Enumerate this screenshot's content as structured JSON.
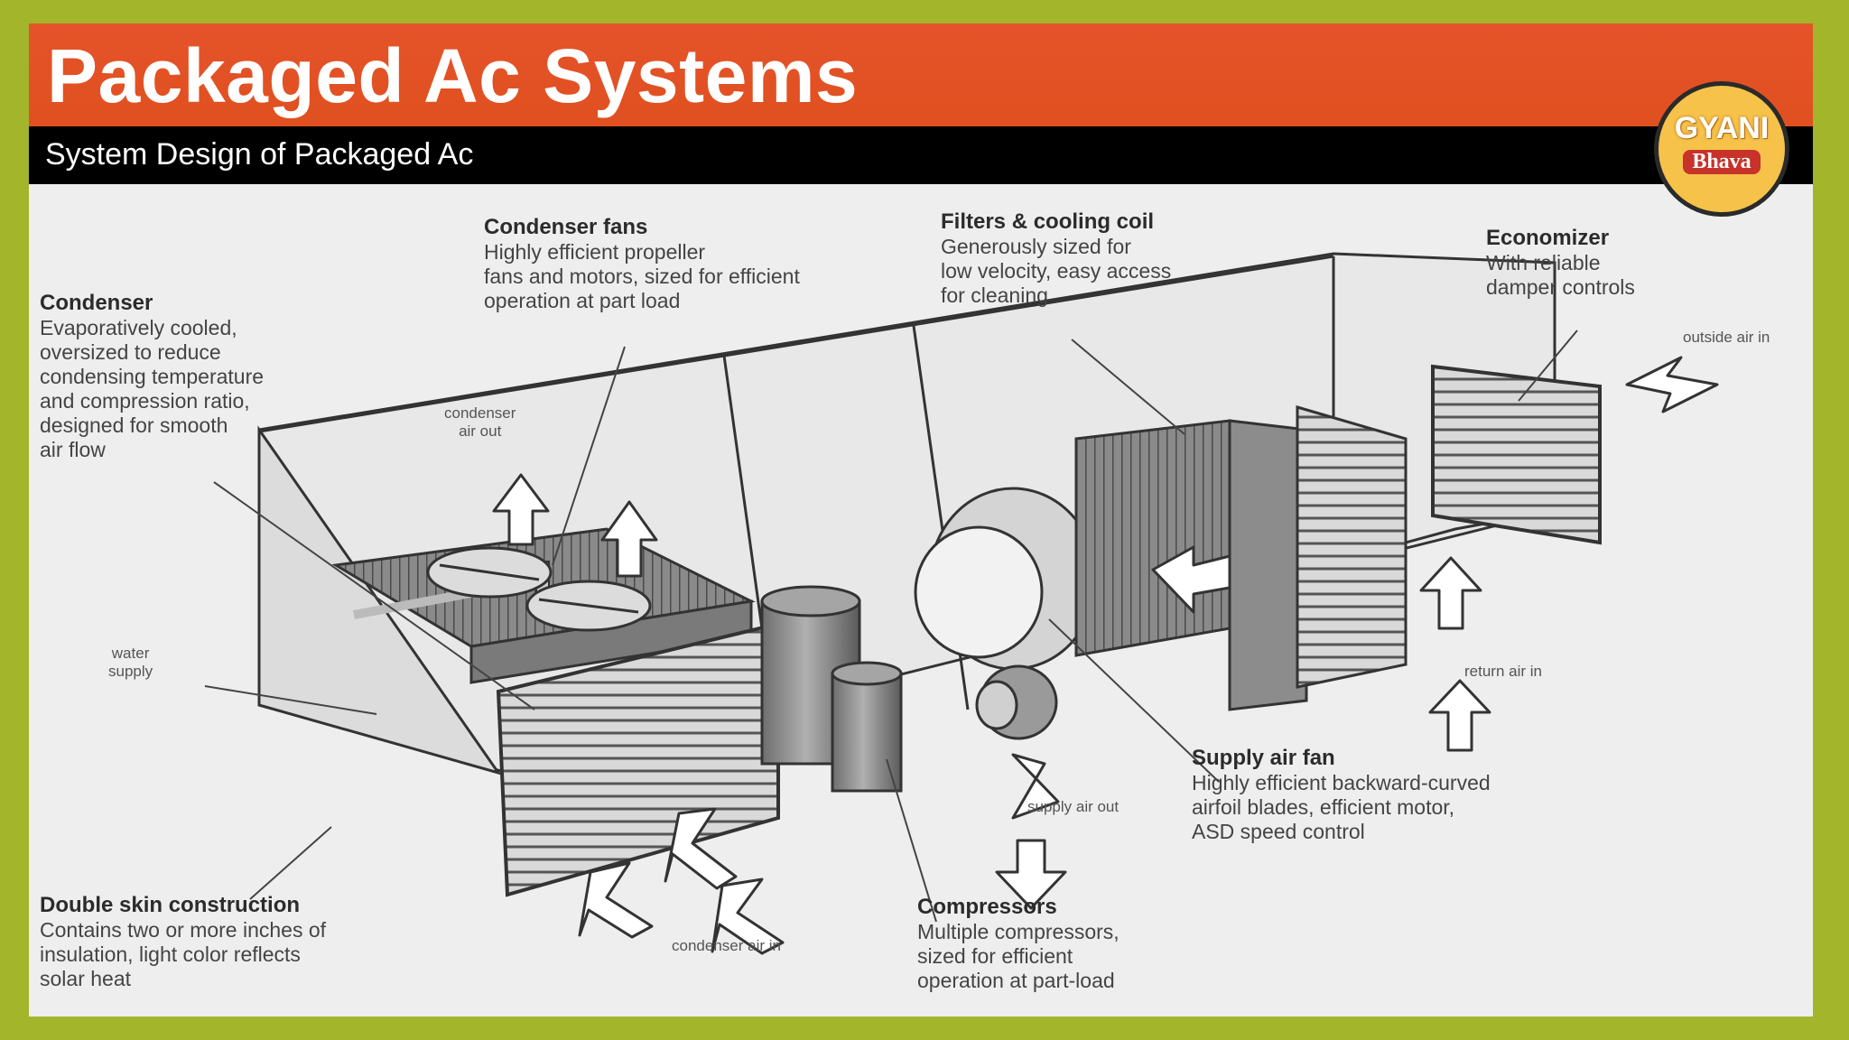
{
  "header": {
    "title": "Packaged Ac Systems",
    "subtitle": "System Design of Packaged Ac"
  },
  "logo": {
    "line1": "GYANI",
    "line2": "Bhava"
  },
  "labels": {
    "condenser": {
      "title": "Condenser",
      "desc": "Evaporatively cooled,\noversized to reduce\ncondensing temperature\nand compression ratio,\ndesigned for smooth\nair flow"
    },
    "condenser_fans": {
      "title": "Condenser fans",
      "desc": "Highly efficient propeller\nfans and motors, sized for efficient\noperation at part load"
    },
    "filters_coil": {
      "title": "Filters & cooling coil",
      "desc": "Generously sized for\nlow velocity, easy access\nfor cleaning"
    },
    "economizer": {
      "title": "Economizer",
      "desc": "With reliable\ndamper controls"
    },
    "supply_fan": {
      "title": "Supply air fan",
      "desc": "Highly efficient backward-curved\nairfoil blades, efficient motor,\nASD speed control"
    },
    "compressors": {
      "title": "Compressors",
      "desc": "Multiple compressors,\nsized for efficient\noperation at part-load"
    },
    "double_skin": {
      "title": "Double skin construction",
      "desc": "Contains two or more inches of\ninsulation, light color reflects\nsolar heat"
    }
  },
  "flow_labels": {
    "condenser_air_out": "condenser\nair out",
    "water_supply": "water\nsupply",
    "outside_air_in": "outside air in",
    "return_air_in": "return air in",
    "supply_air_out": "supply air out",
    "condenser_air_in": "condenser air in"
  },
  "colors": {
    "title_bar": "#e0501f",
    "subtitle_bar": "#000000",
    "frame": "#a3b52a",
    "logo": "#f6c24a"
  }
}
